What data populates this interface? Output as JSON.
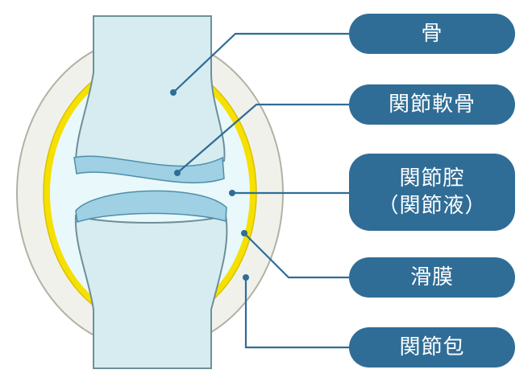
{
  "labels": {
    "bone": "骨",
    "articular_cartilage": "関節軟骨",
    "joint_cavity": "関節腔",
    "synovial_fluid": "（関節液）",
    "synovium": "滑膜",
    "joint_capsule": "関節包"
  },
  "colors": {
    "capsule_fill": "#f1f1ec",
    "capsule_stroke": "#b3b1a4",
    "synovium_yellow": "#f6e000",
    "synovium_edge": "#d9c200",
    "cavity_fill": "#e8f8fb",
    "bone_fill": "#d6ecf0",
    "bone_stroke": "#6f8f97",
    "cartilage_fill": "#9fd0e3",
    "cartilage_stroke": "#4e8fab",
    "leader_line": "#2f6d97",
    "label_bg": "#2f6d97",
    "label_text": "#ffffff"
  }
}
